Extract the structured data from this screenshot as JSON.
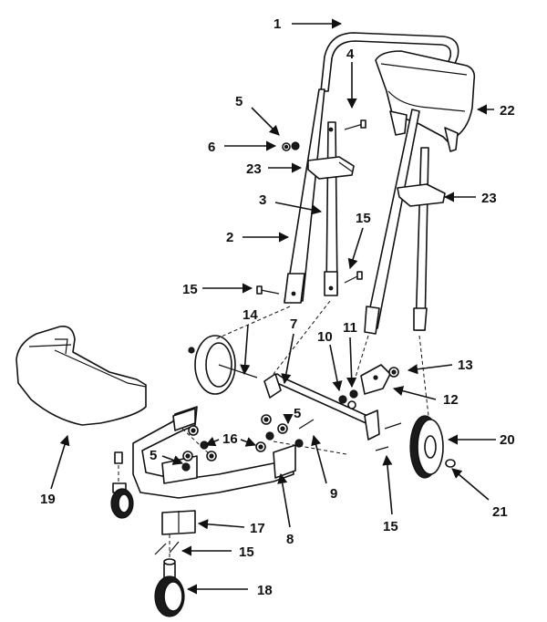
{
  "callouts": {
    "c1": "1",
    "c2": "2",
    "c3": "3",
    "c4": "4",
    "c5a": "5",
    "c5b": "5",
    "c5c": "5",
    "c6": "6",
    "c7": "7",
    "c8": "8",
    "c9": "9",
    "c10": "10",
    "c11": "11",
    "c12": "12",
    "c13": "13",
    "c14": "14",
    "c15a": "15",
    "c15b": "15",
    "c15c": "15",
    "c15d": "15",
    "c16": "16",
    "c17": "17",
    "c18": "18",
    "c19": "19",
    "c20": "20",
    "c21": "21",
    "c22": "22",
    "c23a": "23",
    "c23b": "23"
  }
}
